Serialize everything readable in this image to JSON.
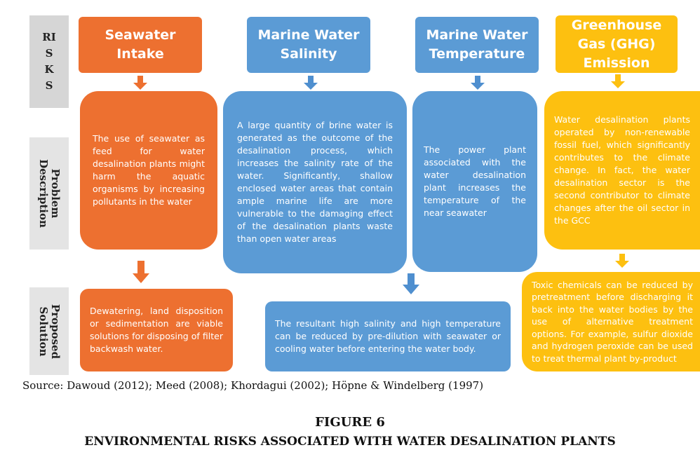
{
  "rows": {
    "risks": "RISKS",
    "problem": "Problem Description",
    "solution": "Proposed Solution"
  },
  "risks": [
    {
      "title": "Seawater Intake",
      "color": "#ed7030"
    },
    {
      "title": "Marine Water Salinity",
      "color": "#5b9bd5"
    },
    {
      "title": "Marine Water Temperature",
      "color": "#5b9bd5"
    },
    {
      "title": "Greenhouse Gas (GHG) Emission",
      "color": "#fdc010"
    }
  ],
  "problems": [
    "The use of seawater as feed for water desalination plants might harm the aquatic organisms by increasing pollutants in the water",
    "A large quantity of brine water is generated as the outcome of the desalination process, which increases the salinity rate of the water. Significantly, shallow enclosed water areas that contain ample marine life are more vulnerable to the damaging effect of the desalination plants waste than open water areas",
    "The power plant associated with the water desalination plant increases the temperature of the near seawater",
    "Water desalination plants operated by non-renewable fossil fuel, which significantly contributes to the climate change. In fact, the water desalination sector is the second contributor to climate changes after the oil sector in the GCC"
  ],
  "solutions": [
    "Dewatering, land disposition or sedimentation are viable solutions for disposing of filter backwash water.",
    "The resultant high salinity and high temperature can be reduced by pre-dilution with seawater or cooling water before entering the water body.",
    "Toxic chemicals can be reduced by pretreatment before discharging it back into the water bodies by the use of alternative treatment options. For example, sulfur dioxide and hydrogen peroxide can be used to treat thermal plant by-product"
  ],
  "source": "Source: Dawoud (2012); Meed (2008); Khordagui (2002); Höpne & Windelberg (1997)",
  "figure_number": "FIGURE 6",
  "figure_title": "ENVIRONMENTAL RISKS ASSOCIATED WITH WATER DESALINATION PLANTS"
}
